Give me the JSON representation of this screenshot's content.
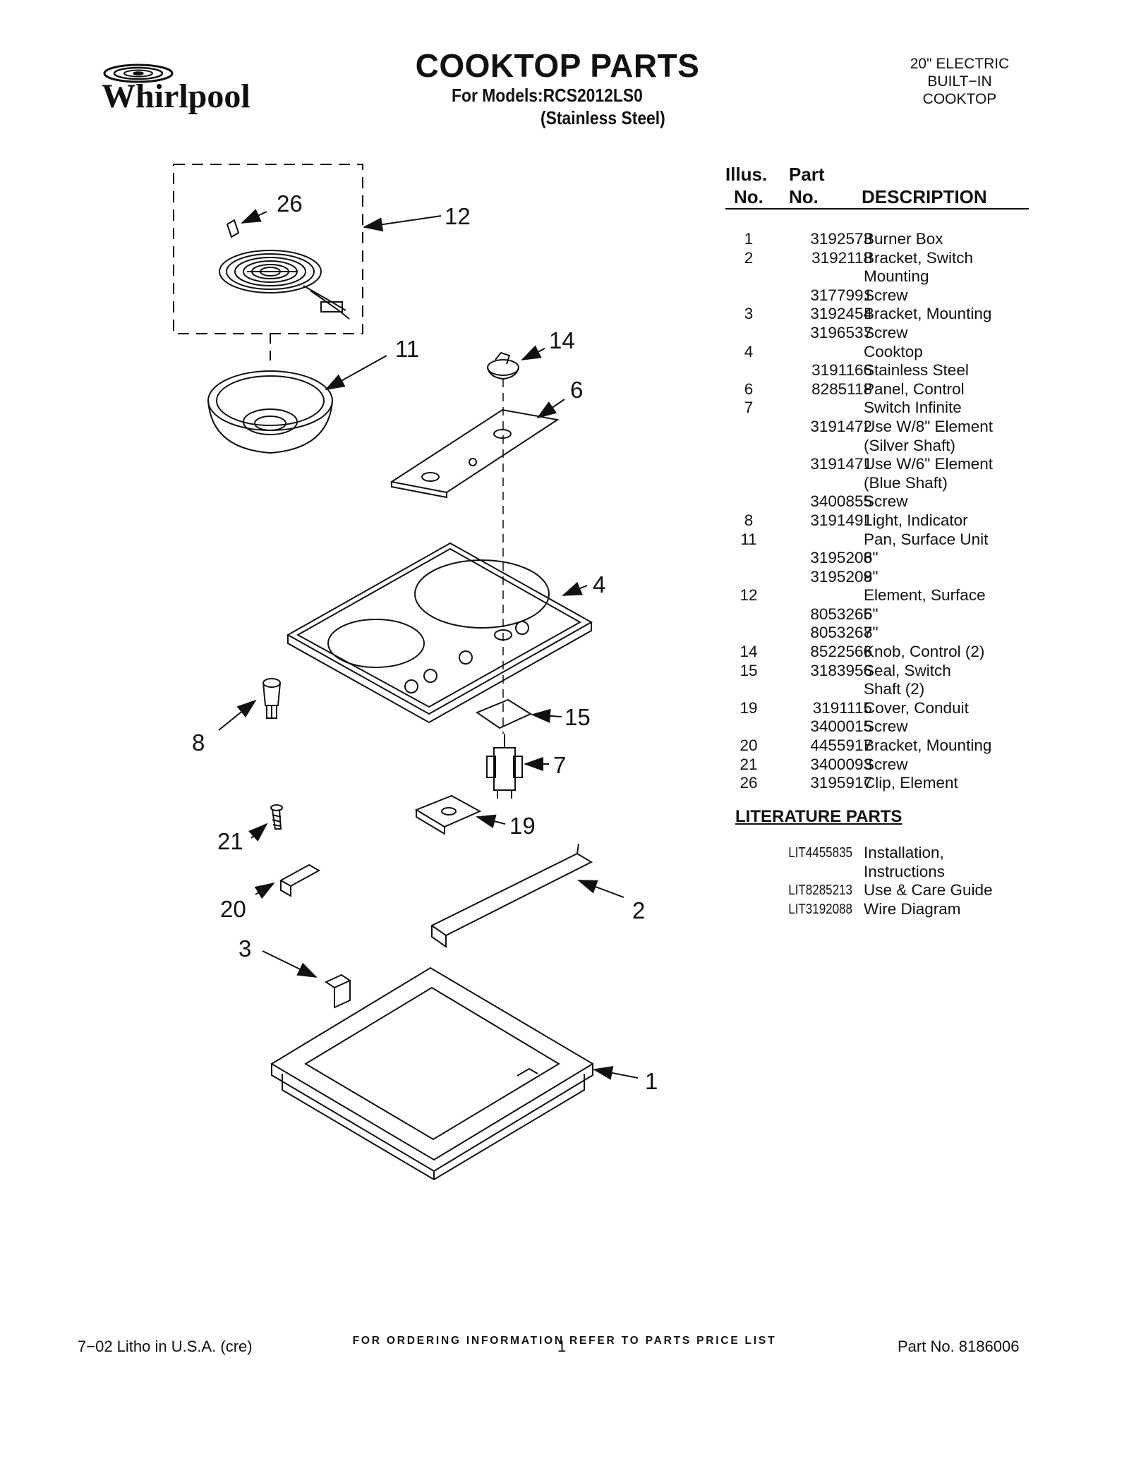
{
  "brand": "Whirlpool",
  "title": "COOKTOP PARTS",
  "models_line": "For Models:RCS2012LS0",
  "material_line": "(Stainless Steel)",
  "product_type": [
    "20\" ELECTRIC",
    "BUILT−IN",
    "COOKTOP"
  ],
  "table_header": {
    "illus_line1": "Illus.",
    "illus_line2": "No.",
    "part_line1": "Part",
    "part_line2": "No.",
    "description": "DESCRIPTION"
  },
  "parts": [
    {
      "illus": "1",
      "part": "3192573",
      "desc": "Burner Box"
    },
    {
      "illus": "2",
      "part": "3192118",
      "desc": "Bracket, Switch"
    },
    {
      "illus": "",
      "part": "",
      "desc": "Mounting"
    },
    {
      "illus": "",
      "part": "3177991",
      "desc": "Screw"
    },
    {
      "illus": "3",
      "part": "3192454",
      "desc": "Bracket, Mounting"
    },
    {
      "illus": "",
      "part": "3196537",
      "desc": "Screw"
    },
    {
      "illus": "4",
      "part": "",
      "desc": "Cooktop"
    },
    {
      "illus": "",
      "part": "3191166",
      "desc": "Stainless Steel"
    },
    {
      "illus": "6",
      "part": "8285118",
      "desc": "Panel, Control"
    },
    {
      "illus": "7",
      "part": "",
      "desc": "Switch Infinite"
    },
    {
      "illus": "",
      "part": "3191472",
      "desc": "Use W/8\" Element"
    },
    {
      "illus": "",
      "part": "",
      "desc": "(Silver Shaft)"
    },
    {
      "illus": "",
      "part": "3191471",
      "desc": "Use W/6\" Element"
    },
    {
      "illus": "",
      "part": "",
      "desc": "(Blue Shaft)"
    },
    {
      "illus": "",
      "part": "3400855",
      "desc": "Screw"
    },
    {
      "illus": "8",
      "part": "3191491",
      "desc": "Light, Indicator"
    },
    {
      "illus": "11",
      "part": "",
      "desc": "Pan, Surface Unit"
    },
    {
      "illus": "",
      "part": "3195208",
      "desc": "6\""
    },
    {
      "illus": "",
      "part": "3195209",
      "desc": "8\""
    },
    {
      "illus": "12",
      "part": "",
      "desc": "Element, Surface"
    },
    {
      "illus": "",
      "part": "8053265",
      "desc": "6\""
    },
    {
      "illus": "",
      "part": "8053267",
      "desc": "8\""
    },
    {
      "illus": "14",
      "part": "8522566",
      "desc": "Knob, Control (2)"
    },
    {
      "illus": "15",
      "part": "3183956",
      "desc": "Seal, Switch"
    },
    {
      "illus": "",
      "part": "",
      "desc": "Shaft (2)"
    },
    {
      "illus": "19",
      "part": "3191115",
      "desc": "Cover, Conduit"
    },
    {
      "illus": "",
      "part": "3400015",
      "desc": "Screw"
    },
    {
      "illus": "20",
      "part": "4455917",
      "desc": "Bracket, Mounting"
    },
    {
      "illus": "21",
      "part": "3400093",
      "desc": "Screw"
    },
    {
      "illus": "26",
      "part": "3195917",
      "desc": "Clip, Element"
    }
  ],
  "literature_heading": "LITERATURE PARTS",
  "literature": [
    {
      "part": "LIT4455835",
      "desc": "Installation,"
    },
    {
      "part": "",
      "desc": "Instructions"
    },
    {
      "part": "LIT8285213",
      "desc": "Use & Care Guide"
    },
    {
      "part": "LIT3192088",
      "desc": "Wire Diagram"
    }
  ],
  "callouts": [
    "26",
    "12",
    "11",
    "14",
    "6",
    "4",
    "8",
    "15",
    "7",
    "21",
    "19",
    "20",
    "2",
    "3",
    "1"
  ],
  "footer": {
    "ordering": "FOR ORDERING INFORMATION REFER TO PARTS PRICE LIST",
    "litho": "7−02 Litho in U.S.A. (cre)",
    "page": "1",
    "part_no": "Part No. 8186006"
  }
}
